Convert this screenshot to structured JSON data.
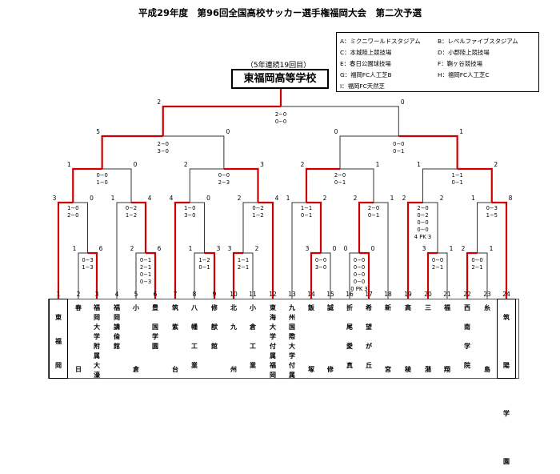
{
  "page": {
    "title": "平成29年度　第96回全国高校サッカー選手権福岡大会　第二次予選",
    "champion_note": "（5年連続19回目）",
    "champion": "東福岡高等学校"
  },
  "legend": [
    "A：ミクニワールドスタジアム",
    "B：レベルファイブスタジアム",
    "C：本城陸上競技場",
    "D：小郡陸上競技場",
    "E：春日公園球技場",
    "F：鞘ヶ谷競技場",
    "G：福岡FC人工芝B",
    "H：福岡FC人工芝C",
    "I：福岡FC天然芝"
  ],
  "colors": {
    "winner_line": "#cc0000",
    "loser_line": "#333333"
  },
  "teams": [
    {
      "num": "1",
      "chars": [
        "東",
        "福",
        "岡"
      ],
      "bottom": ""
    },
    {
      "num": "2",
      "chars": [
        "春"
      ],
      "bottom": "日"
    },
    {
      "num": "3",
      "chars": [
        "福",
        "岡",
        "大",
        "学",
        "附",
        "属",
        "大",
        "濠"
      ],
      "bottom": ""
    },
    {
      "num": "4",
      "chars": [
        "福",
        "岡",
        "講",
        "倫",
        "館"
      ],
      "bottom": ""
    },
    {
      "num": "5",
      "chars": [
        "小"
      ],
      "bottom": "倉"
    },
    {
      "num": "6",
      "chars": [
        "豊",
        "",
        "国",
        "学",
        "園"
      ],
      "bottom": ""
    },
    {
      "num": "7",
      "chars": [
        "筑",
        "",
        "紫"
      ],
      "bottom": "台"
    },
    {
      "num": "8",
      "chars": [
        "八",
        "",
        "幡",
        "",
        "工",
        "",
        "業"
      ],
      "bottom": ""
    },
    {
      "num": "9",
      "chars": [
        "修",
        "",
        "猷",
        "",
        "館"
      ],
      "bottom": ""
    },
    {
      "num": "10",
      "chars": [
        "北",
        "",
        "九"
      ],
      "bottom": "州"
    },
    {
      "num": "11",
      "chars": [
        "小",
        "",
        "倉",
        "",
        "工",
        "",
        "業"
      ],
      "bottom": ""
    },
    {
      "num": "12",
      "chars": [
        "東",
        "海",
        "大",
        "学",
        "付",
        "属",
        "福",
        "岡"
      ],
      "bottom": ""
    },
    {
      "num": "13",
      "chars": [
        "九",
        "州",
        "国",
        "際",
        "大",
        "学",
        "付",
        "属"
      ],
      "bottom": ""
    },
    {
      "num": "14",
      "chars": [
        "飯"
      ],
      "bottom": "塚"
    },
    {
      "num": "15",
      "chars": [
        "誠"
      ],
      "bottom": "修"
    },
    {
      "num": "16",
      "chars": [
        "折",
        "",
        "尾",
        "",
        "愛",
        "",
        "真"
      ],
      "bottom": ""
    },
    {
      "num": "17",
      "chars": [
        "希",
        "",
        "望",
        "",
        "が",
        "",
        "丘"
      ],
      "bottom": ""
    },
    {
      "num": "18",
      "chars": [
        "新"
      ],
      "bottom": "宮"
    },
    {
      "num": "19",
      "chars": [
        "高"
      ],
      "bottom": "稜"
    },
    {
      "num": "20",
      "chars": [
        "三"
      ],
      "bottom": "潴"
    },
    {
      "num": "21",
      "chars": [
        "福"
      ],
      "bottom": "翔"
    },
    {
      "num": "22",
      "chars": [
        "西",
        "",
        "南",
        "",
        "学",
        "",
        "院"
      ],
      "bottom": ""
    },
    {
      "num": "23",
      "chars": [
        "糸"
      ],
      "bottom": "島"
    },
    {
      "num": "24",
      "chars": [
        "筑",
        "",
        "陽",
        "",
        "学",
        "",
        "園"
      ],
      "bottom": ""
    }
  ],
  "scores": {
    "r1": [
      {
        "l": "1",
        "r": "6",
        "t1": "0−3",
        "t2": "1−3"
      },
      {
        "l": "2",
        "r": "6",
        "t1": "0−1",
        "t2": "2−1",
        "t3": "0−1",
        "t4": "0−3"
      },
      {
        "l": "1",
        "r": "3",
        "t1": "1−2",
        "t2": "0−1"
      },
      {
        "l": "3",
        "r": "2",
        "t1": "1−1",
        "t2": "2−1"
      },
      {
        "l": "3",
        "r": "0",
        "t1": "0−0",
        "t2": "3−0"
      },
      {
        "l": "0",
        "r": "0",
        "t1": "0−0",
        "t2": "0−0",
        "t3": "0−0",
        "t4": "0−0",
        "t5": "0 PK 3"
      },
      {
        "l": "3",
        "r": "1",
        "t1": "0−0",
        "t2": "2−1"
      },
      {
        "l": "2",
        "r": "1",
        "t1": "0−0",
        "t2": "2−1"
      }
    ],
    "r2": [
      {
        "l": "3",
        "r": "0",
        "t1": "1−0",
        "t2": "2−0"
      },
      {
        "l": "1",
        "r": "4",
        "t1": "0−2",
        "t2": "1−2"
      },
      {
        "l": "4",
        "r": "0",
        "t1": "1−0",
        "t2": "3−0"
      },
      {
        "l": "2",
        "r": "4",
        "t1": "0−2",
        "t2": "1−2"
      },
      {
        "l": "1",
        "r": "2",
        "t1": "1−1",
        "t2": "0−1"
      },
      {
        "l": "2",
        "r": "1",
        "t1": "2−0",
        "t2": "0−1"
      },
      {
        "l": "2",
        "r": "2",
        "t1": "2−0",
        "t2": "0−2",
        "t3": "0−0",
        "t4": "0−0",
        "t5": "4 PK 3"
      },
      {
        "l": "1",
        "r": "8",
        "t1": "0−3",
        "t2": "1−5"
      }
    ],
    "r3": [
      {
        "l": "1",
        "r": "0",
        "t1": "0−0",
        "t2": "1−0"
      },
      {
        "l": "2",
        "r": "3",
        "t1": "0−0",
        "t2": "2−3"
      },
      {
        "l": "2",
        "r": "1",
        "t1": "2−0",
        "t2": "0−1"
      },
      {
        "l": "1",
        "r": "2",
        "t1": "1−1",
        "t2": "0−1"
      }
    ],
    "r4": [
      {
        "l": "5",
        "r": "0",
        "t1": "2−0",
        "t2": "3−0"
      },
      {
        "l": "0",
        "r": "1",
        "t1": "0−0",
        "t2": "0−1"
      }
    ],
    "final": {
      "l": "2",
      "r": "0",
      "t1": "2−0",
      "t2": "0−0"
    }
  }
}
